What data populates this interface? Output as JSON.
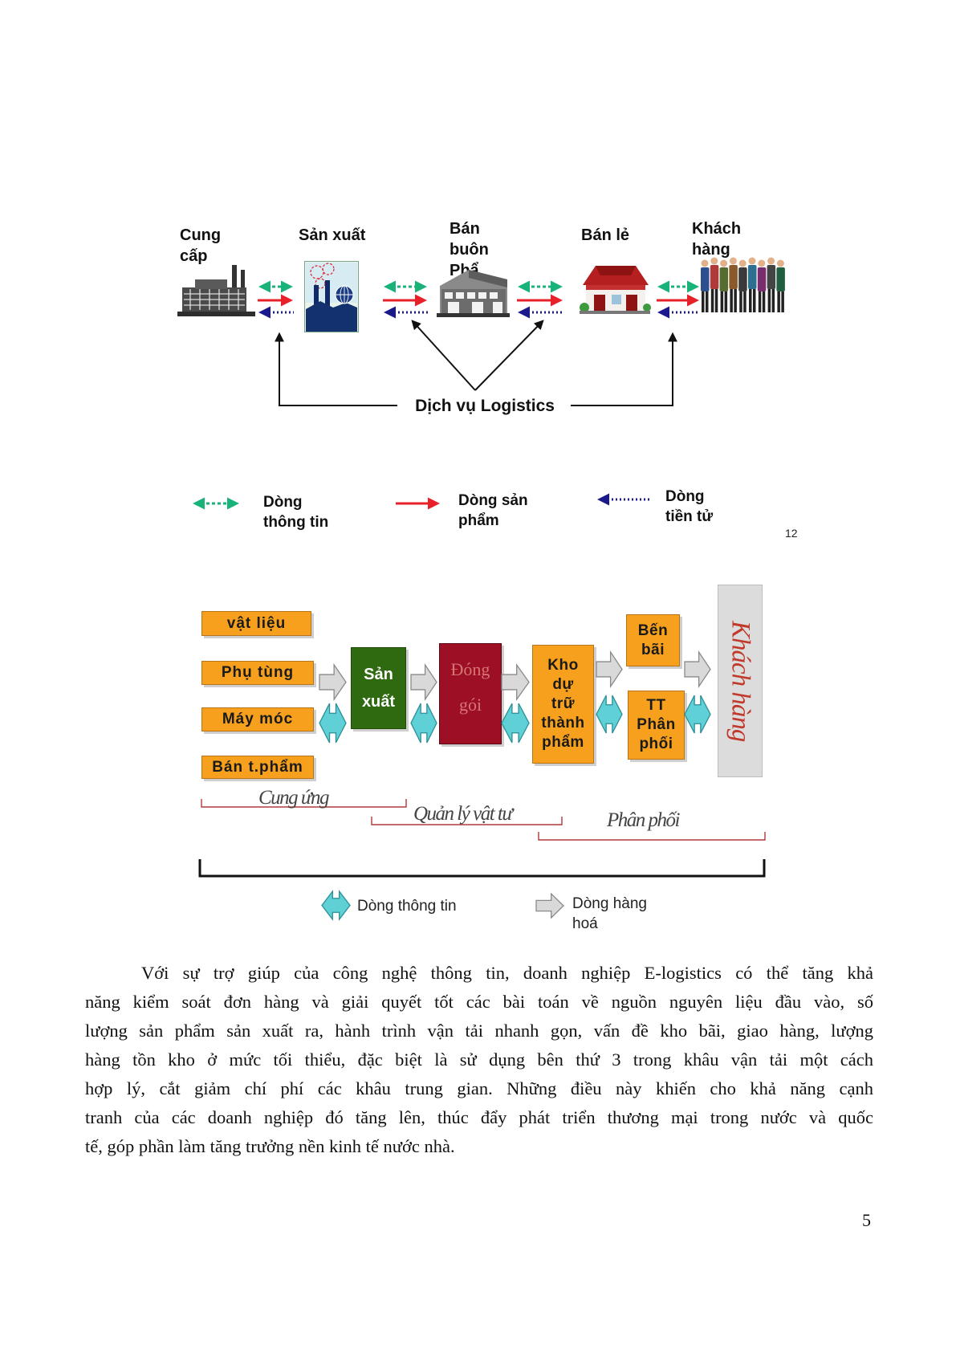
{
  "supply_chain": {
    "labels": {
      "supplier": [
        "Cung",
        "cấp"
      ],
      "production": [
        "Sản xuất"
      ],
      "wholesale": [
        "Bán",
        "buôn",
        "Phẩ"
      ],
      "retail": [
        "Bán lẻ"
      ],
      "customer": [
        "Khách",
        "hàng"
      ]
    },
    "icons": [
      "factory-icon",
      "industrial-plant-icon",
      "warehouse-icon",
      "store-icon",
      "customers-icon"
    ],
    "logistics_label": "Dịch vụ Logistics",
    "legend": [
      {
        "label": [
          "Dòng",
          "thông tin"
        ],
        "color": "#19b37a",
        "icon": "dashed-double-arrow-icon"
      },
      {
        "label": [
          "Dòng sản",
          "phẩm"
        ],
        "color": "#e8202a",
        "icon": "solid-right-arrow-icon"
      },
      {
        "label": [
          "Dòng",
          "tiền tử"
        ],
        "color": "#1a1a8c",
        "icon": "dotted-left-arrow-icon"
      }
    ],
    "slide_number": "12"
  },
  "logistics_flow": {
    "inputs": [
      "vật liệu",
      "Phụ tùng",
      "Máy móc",
      "Bán t.phẩm"
    ],
    "production": [
      "Sản",
      "xuất"
    ],
    "packaging": [
      "Đóng",
      "gói"
    ],
    "warehouse": [
      "Kho",
      "dự",
      "trữ",
      "thành",
      "phẩm"
    ],
    "yard": [
      "Bến",
      "bãi"
    ],
    "distribution_center": [
      "TT",
      "Phân",
      "phối"
    ],
    "customer": "Khách hàng",
    "phases": [
      "Cung ứng",
      "Quản lý vật tư",
      "Phân phối"
    ],
    "legend": [
      {
        "label": [
          "Dòng thông tin"
        ],
        "color": "#5fd0d6",
        "icon": "double-block-arrow-icon"
      },
      {
        "label": [
          "Dòng hàng",
          "hoá"
        ],
        "color": "#d9d9d9",
        "icon": "right-block-arrow-icon"
      }
    ],
    "colors": {
      "input_box": "#f7a01e",
      "production": "#2f6a10",
      "packaging": "#9c0f25",
      "customer_text": "#c0392b",
      "phase_bracket": "#b03a3a"
    }
  },
  "body": {
    "paragraph_lines": [
      "Với sự trợ giúp của công nghệ thông tin, doanh nghiệp E-logistics có thể tăng khả",
      "năng kiểm soát đơn hàng và giải quyết tốt các bài toán về nguồn nguyên liệu đầu vào, số",
      "lượng sản phẩm sản xuất ra, hành trình vận tải nhanh gọn, vấn đề kho bãi, giao hàng, lượng",
      "hàng tồn kho ở mức tối thiểu, đặc biệt là sử dụng bên thứ 3 trong khâu vận tải một cách",
      "hợp lý, cắt giảm chí phí các khâu trung gian. Những điều này khiến cho khả năng cạnh",
      "tranh của các doanh nghiệp đó tăng lên, thúc đẩy phát triển thương mại trong nước và quốc",
      "tế, góp phần làm tăng trưởng nền kinh tế nước nhà."
    ]
  },
  "page_number": "5"
}
